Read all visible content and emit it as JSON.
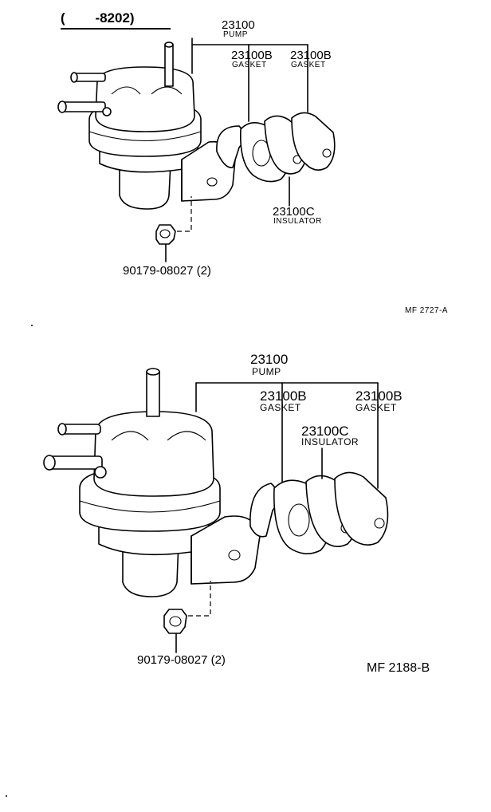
{
  "header": {
    "date_range": "(        -8202)"
  },
  "diagram1": {
    "pump_number": "23100",
    "pump_label": "PUMP",
    "gasket_a_number": "23100B",
    "gasket_a_label": "GASKET",
    "gasket_b_number": "23100B",
    "gasket_b_label": "GASKET",
    "insulator_number": "23100C",
    "insulator_label": "INSULATOR",
    "nut_part": "90179-08027 (2)",
    "ref_code": "MF 2727-A"
  },
  "diagram2": {
    "pump_number": "23100",
    "pump_label": "PUMP",
    "gasket_a_number": "23100B",
    "gasket_a_label": "GASKET",
    "gasket_b_number": "23100B",
    "gasket_b_label": "GASKET",
    "insulator_number": "23100C",
    "insulator_label": "INSULATOR",
    "nut_part": "90179-08027 (2)",
    "ref_code": "MF  2188-B"
  }
}
